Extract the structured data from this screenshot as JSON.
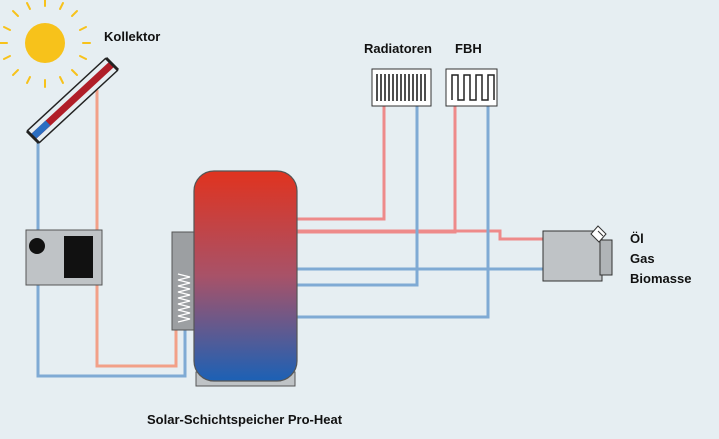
{
  "labels": {
    "collector": "Kollektor",
    "radiators": "Radiatoren",
    "floor_heating": "FBH",
    "tank": "Solar-Schichtspeicher Pro-Heat"
  },
  "fuels": [
    "Öl",
    "Gas",
    "Biomasse"
  ],
  "colors": {
    "background": "#e6eef2",
    "hot_pipe": "#ee8a8a",
    "cold_pipe": "#7faad4",
    "collector_pipe": "#f2a088",
    "tank_top": "#e0331f",
    "tank_bottom": "#1c61b5",
    "sun": "#f7c21b"
  },
  "icons": [
    "sun-icon",
    "solar-collector-icon",
    "radiator-icon",
    "floor-heating-icon",
    "boiler-icon",
    "solar-controller-icon",
    "heat-exchanger-icon",
    "storage-tank-icon"
  ]
}
